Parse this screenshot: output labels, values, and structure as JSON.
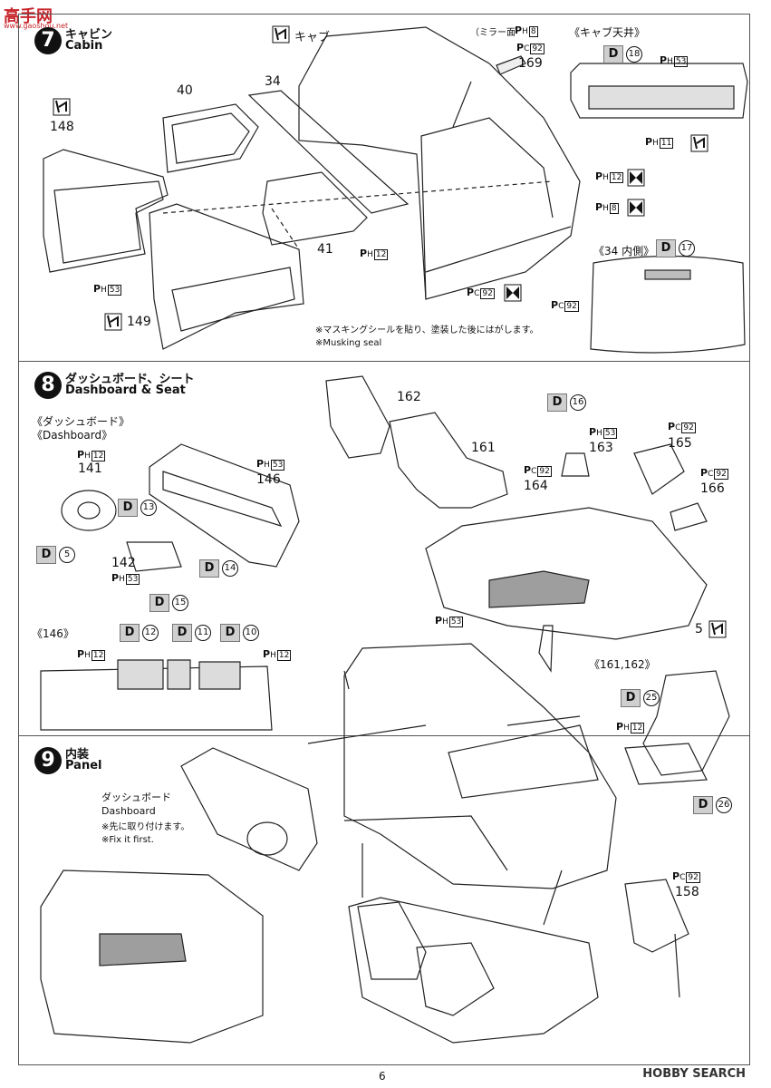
{
  "watermark": {
    "text": "高手网",
    "sub": "www.gaoshou.net"
  },
  "steps": [
    {
      "number": "7",
      "title_ja": "キャビン",
      "title_en": "Cabin"
    },
    {
      "number": "8",
      "title_ja": "ダッシュボード、シート",
      "title_en": "Dashboard & Seat"
    },
    {
      "number": "9",
      "title_ja": "内装",
      "title_en": "Panel"
    }
  ],
  "step7": {
    "cab_label": "キャブ",
    "mirror_label": "（ミラー面",
    "cab_ceiling": "《キャブ天井》",
    "inner34": "《34 内側》",
    "parts": [
      "40",
      "34",
      "148",
      "41",
      "149",
      "169"
    ],
    "notes": [
      "※マスキングシールを貼り、塗装した後にはがします。",
      "※Musking seal"
    ],
    "d_refs": [
      "18",
      "17"
    ],
    "p_refs": [
      {
        "type": "H",
        "n": "8"
      },
      {
        "type": "C",
        "n": "92"
      },
      {
        "type": "H",
        "n": "53"
      },
      {
        "type": "H",
        "n": "11"
      },
      {
        "type": "H",
        "n": "12"
      },
      {
        "type": "H",
        "n": "8"
      },
      {
        "type": "H",
        "n": "53"
      },
      {
        "type": "H",
        "n": "12"
      },
      {
        "type": "C",
        "n": "92"
      },
      {
        "type": "C",
        "n": "92"
      }
    ]
  },
  "step8": {
    "dash_ja": "《ダッシュボード》",
    "dash_en": "《Dashboard》",
    "view146": "《146》",
    "view_seat": "《161,162》",
    "parts": [
      "141",
      "146",
      "142",
      "162",
      "161",
      "163",
      "164",
      "165",
      "166",
      "5"
    ],
    "d_refs": [
      "13",
      "5",
      "14",
      "15",
      "12",
      "11",
      "10",
      "16",
      "25",
      "26"
    ],
    "p_refs": [
      {
        "type": "H",
        "n": "12"
      },
      {
        "type": "H",
        "n": "53"
      },
      {
        "type": "H",
        "n": "53"
      },
      {
        "type": "H",
        "n": "12"
      },
      {
        "type": "H",
        "n": "12"
      },
      {
        "type": "H",
        "n": "53"
      },
      {
        "type": "C",
        "n": "92"
      },
      {
        "type": "C",
        "n": "92"
      },
      {
        "type": "C",
        "n": "92"
      },
      {
        "type": "H",
        "n": "53"
      },
      {
        "type": "H",
        "n": "12"
      }
    ]
  },
  "step9": {
    "dash_ja": "ダッシュボード",
    "dash_en": "Dashboard",
    "note_ja": "※先に取り付けます。",
    "note_en": "※Fix it first.",
    "parts": [
      "158"
    ],
    "p_refs": [
      {
        "type": "C",
        "n": "92"
      }
    ]
  },
  "footer": {
    "page": "6",
    "logo": "HOBBY SEARCH"
  }
}
